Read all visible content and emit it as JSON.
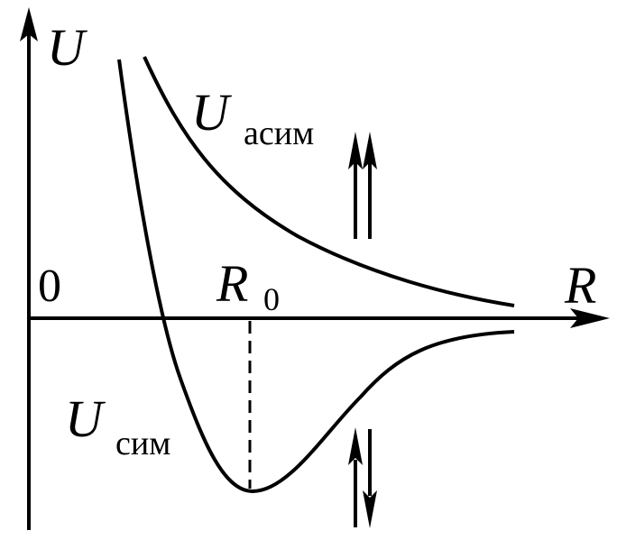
{
  "axes": {
    "y_label": "U",
    "x_label": "R",
    "origin_label": "0"
  },
  "markers": {
    "equilibrium_label_main": "R",
    "equilibrium_label_sub": "0"
  },
  "curves": {
    "asym_label_main": "U",
    "asym_label_sub": "асим",
    "sym_label_main": "U",
    "sym_label_sub": "сим"
  },
  "spin_states": {
    "asymmetric": "parallel-up-arrows",
    "symmetric": "antiparallel-arrows"
  },
  "colors": {
    "ink": "#000000",
    "background": "#ffffff"
  }
}
